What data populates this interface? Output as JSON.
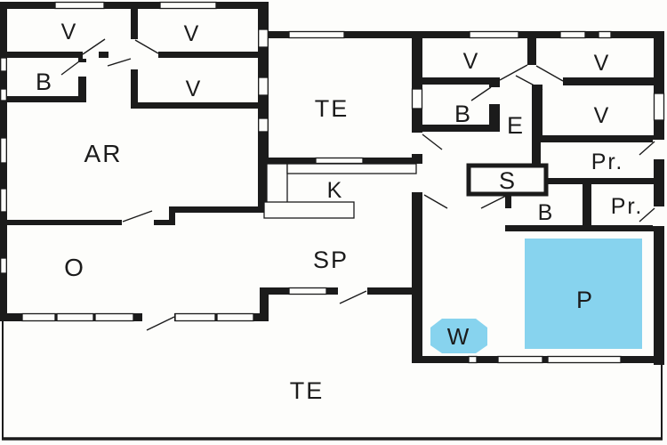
{
  "colors": {
    "wall": "#1b1b1b",
    "background": "#fdfdfb",
    "pool": "#87d3ee",
    "text": "#1b1b1b"
  },
  "rooms": {
    "v1": {
      "label": "V"
    },
    "v2": {
      "label": "V"
    },
    "b_left": {
      "label": "B"
    },
    "v3": {
      "label": "V"
    },
    "ar": {
      "label": "AR"
    },
    "o": {
      "label": "O"
    },
    "te_mid": {
      "label": "TE"
    },
    "k": {
      "label": "K"
    },
    "sp": {
      "label": "SP"
    },
    "te_bottom": {
      "label": "TE"
    },
    "v4": {
      "label": "V"
    },
    "v5": {
      "label": "V"
    },
    "b1": {
      "label": "B"
    },
    "e": {
      "label": "E"
    },
    "v6": {
      "label": "V"
    },
    "pr1": {
      "label": "Pr."
    },
    "s": {
      "label": "S"
    },
    "b2": {
      "label": "B"
    },
    "pr2": {
      "label": "Pr."
    },
    "p": {
      "label": "P"
    },
    "w": {
      "label": "W"
    }
  }
}
